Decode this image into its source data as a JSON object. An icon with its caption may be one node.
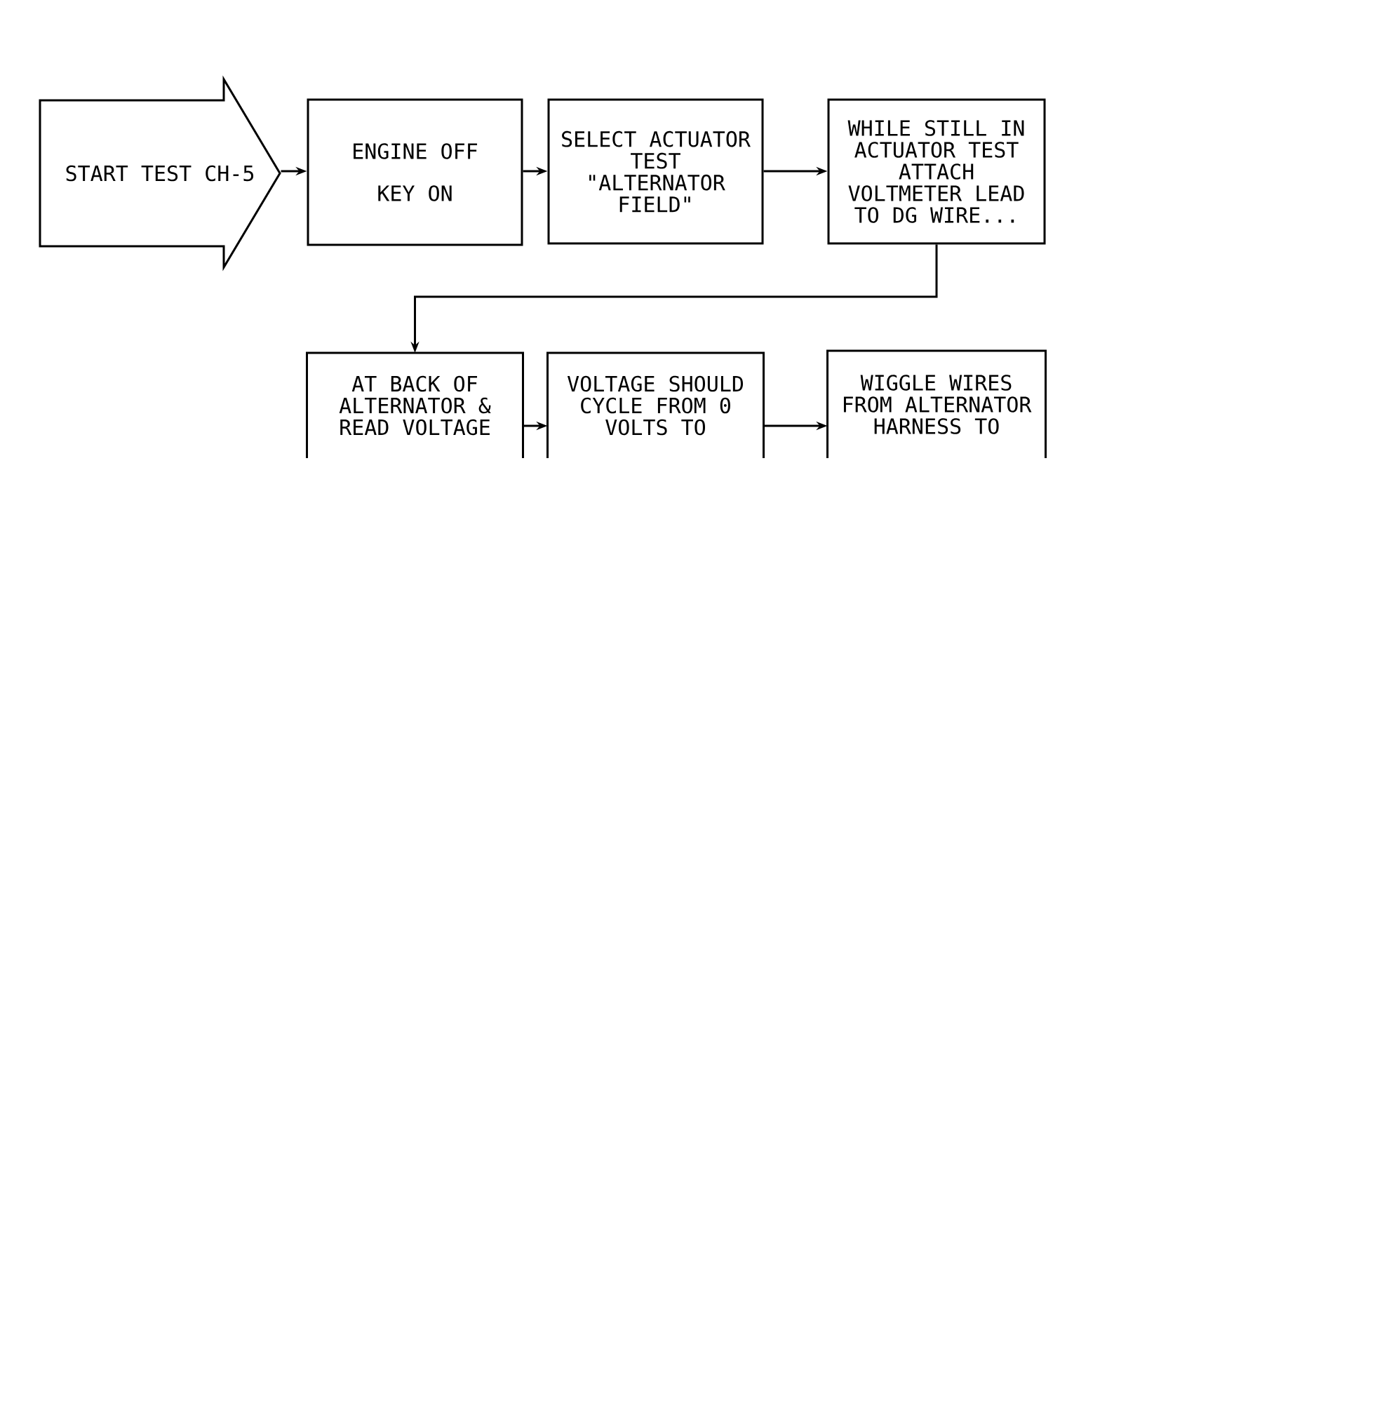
{
  "diagram": {
    "nodes": [
      {
        "text": [
          "START TEST CH-5"
        ]
      },
      {
        "text": [
          "ENGINE OFF",
          "KEY ON"
        ]
      },
      {
        "text": [
          "SELECT ACTUATOR TEST \"ALTERNATOR FIELD\""
        ]
      },
      {
        "text": [
          "WHILE STILL IN ACTUATOR TEST ATTACH VOLTMETER LEAD TO DG WIRE..."
        ]
      },
      {
        "text": [
          "AT BACK OF ALTERNATOR & READ VOLTAGE"
        ]
      },
      {
        "text": [
          "VOLTAGE SHOULD CYCLE FROM 0 VOLTS TO"
        ]
      },
      {
        "text": [
          "WIGGLE WIRES FROM ALTERNATOR HARNESS TO"
        ]
      }
    ],
    "edges": [
      {
        "from": 0,
        "to": 1,
        "arrow": "to"
      },
      {
        "from": 1,
        "to": 2,
        "arrow": "to"
      },
      {
        "from": 2,
        "to": 3,
        "arrow": "to"
      },
      {
        "from": 3,
        "to": 4,
        "arrow": "to"
      },
      {
        "from": 4,
        "to": 5,
        "arrow": "to"
      },
      {
        "from": 5,
        "to": 6,
        "arrow": "to"
      }
    ]
  }
}
